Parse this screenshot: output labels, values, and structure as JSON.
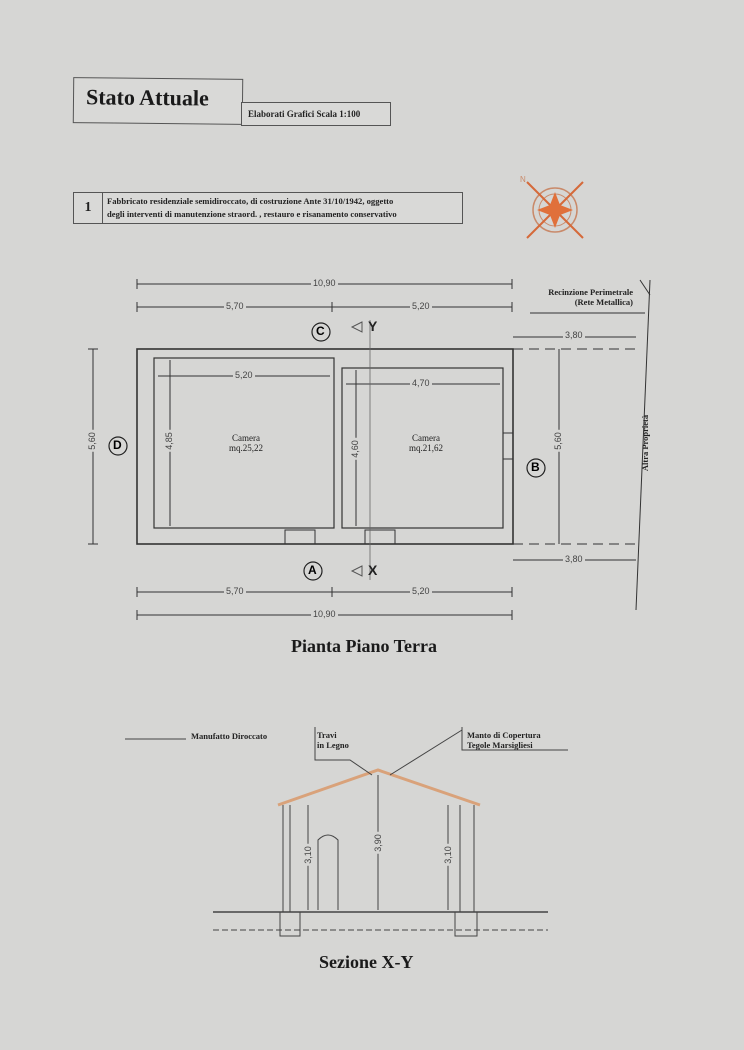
{
  "header": {
    "title": "Stato Attuale",
    "scale": "Elaborati Grafici Scala 1:100"
  },
  "description": {
    "number": "1",
    "line1": "Fabbricato residenziale semidiroccato, di costruzione Ante 31/10/1942, oggetto",
    "line2": "degli interventi di manutenzione straord. , restauro e risanamento conservativo"
  },
  "compass": {
    "icon": "compass-rose-icon",
    "color": "#e0703a"
  },
  "plan": {
    "caption": "Pianta Piano Terra",
    "dimensions": {
      "top_total": "10,90",
      "top_left": "5,70",
      "top_right": "5,20",
      "bottom_left": "5,70",
      "bottom_right": "5,20",
      "bottom_total": "10,90",
      "left_height": "5,60",
      "right_height": "5,60",
      "side_top": "3,80",
      "side_bottom": "3,80",
      "room1_width": "5,20",
      "room1_height": "4,85",
      "room2_width": "4,70",
      "room2_height": "4,60"
    },
    "rooms": [
      {
        "name": "Camera",
        "area": "mq.25,22"
      },
      {
        "name": "Camera",
        "area": "mq.21,62"
      }
    ],
    "markers": {
      "a": "A",
      "b": "B",
      "c": "C",
      "d": "D",
      "x": "X",
      "y": "Y"
    },
    "fence_label_1": "Recinzione Perimetrale",
    "fence_label_2": "(Rete Metallica)",
    "neighbor_label": "Altra Proprietà"
  },
  "section": {
    "caption": "Sezione X-Y",
    "label_ruin": "Manufatto Diroccato",
    "label_beams_1": "Travi",
    "label_beams_2": "in Legno",
    "label_roof_1": "Manto di Copertura",
    "label_roof_2": "Tegole Marsigliesi",
    "height_left": "3,10",
    "height_center": "3,90",
    "height_right": "3,10",
    "roof_color": "#d9a27a"
  }
}
